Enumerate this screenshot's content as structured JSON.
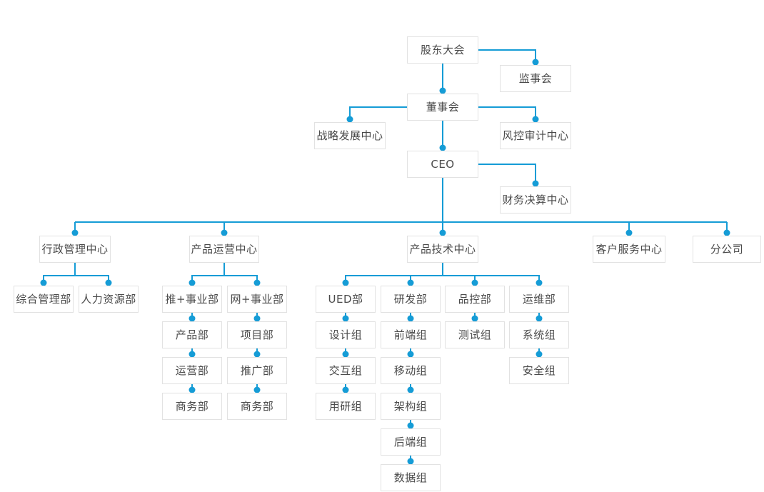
{
  "colors": {
    "connector": "#159cd6",
    "box_border": "#e2e2e2",
    "box_bg": "#ffffff",
    "text": "#4a4a4a",
    "page_bg": "#ffffff"
  },
  "org_chart": {
    "nodes": {
      "shareholders": {
        "label": "股东大会"
      },
      "supervisory": {
        "label": "监事会"
      },
      "board": {
        "label": "董事会"
      },
      "strategy": {
        "label": "战略发展中心"
      },
      "risk_audit": {
        "label": "风控审计中心"
      },
      "ceo": {
        "label": "CEO"
      },
      "finance": {
        "label": "财务决算中心"
      },
      "admin_center": {
        "label": "行政管理中心"
      },
      "general_dept": {
        "label": "综合管理部"
      },
      "hr_dept": {
        "label": "人力资源部"
      },
      "ops_center": {
        "label": "产品运营中心"
      },
      "tui_division": {
        "label": "推+事业部"
      },
      "wang_division": {
        "label": "网+事业部"
      },
      "product_dept": {
        "label": "产品部"
      },
      "operation_dept": {
        "label": "运营部"
      },
      "business_dept_1": {
        "label": "商务部"
      },
      "project_dept": {
        "label": "项目部"
      },
      "promotion_dept": {
        "label": "推广部"
      },
      "business_dept_2": {
        "label": "商务部"
      },
      "tech_center": {
        "label": "产品技术中心"
      },
      "ued_dept": {
        "label": "UED部"
      },
      "design_team": {
        "label": "设计组"
      },
      "interaction_team": {
        "label": "交互组"
      },
      "research_team": {
        "label": "用研组"
      },
      "rd_dept": {
        "label": "研发部"
      },
      "frontend_team": {
        "label": "前端组"
      },
      "mobile_team": {
        "label": "移动组"
      },
      "architecture_team": {
        "label": "架构组"
      },
      "backend_team": {
        "label": "后端组"
      },
      "data_team": {
        "label": "数据组"
      },
      "qc_dept": {
        "label": "品控部"
      },
      "testing_team": {
        "label": "测试组"
      },
      "om_dept": {
        "label": "运维部"
      },
      "system_team": {
        "label": "系统组"
      },
      "security_team": {
        "label": "安全组"
      },
      "cs_center": {
        "label": "客户服务中心"
      },
      "branch": {
        "label": "分公司"
      }
    },
    "hierarchy": {
      "shareholders": [
        "supervisory",
        "board"
      ],
      "board": [
        "strategy",
        "risk_audit",
        "ceo"
      ],
      "ceo": [
        "finance",
        "admin_center",
        "ops_center",
        "tech_center",
        "cs_center",
        "branch"
      ],
      "admin_center": [
        "general_dept",
        "hr_dept"
      ],
      "ops_center": [
        "tui_division",
        "wang_division"
      ],
      "tui_division": [
        "product_dept",
        "operation_dept",
        "business_dept_1"
      ],
      "wang_division": [
        "project_dept",
        "promotion_dept",
        "business_dept_2"
      ],
      "tech_center": [
        "ued_dept",
        "rd_dept",
        "qc_dept",
        "om_dept"
      ],
      "ued_dept": [
        "design_team",
        "interaction_team",
        "research_team"
      ],
      "rd_dept": [
        "frontend_team",
        "mobile_team",
        "architecture_team",
        "backend_team",
        "data_team"
      ],
      "qc_dept": [
        "testing_team"
      ],
      "om_dept": [
        "system_team",
        "security_team"
      ],
      "cs_center": [],
      "branch": []
    }
  }
}
